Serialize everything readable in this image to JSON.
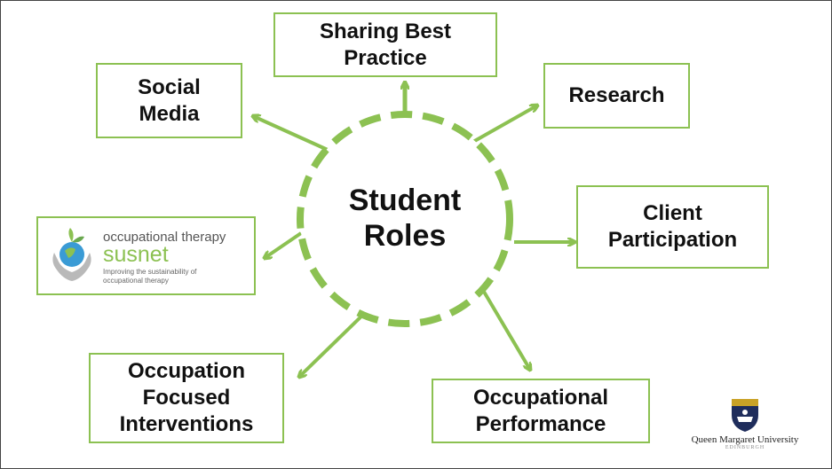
{
  "center": {
    "label": "Student\nRoles"
  },
  "nodes": {
    "sharing": "Sharing Best\nPractice",
    "social": "Social\nMedia",
    "research": "Research",
    "client": "Client\nParticipation",
    "occupational_performance": "Occupational\nPerformance",
    "interventions": "Occupation\nFocused\nInterventions"
  },
  "logo": {
    "line1": "occupational therapy",
    "brand": "susnet",
    "tagline": "Improving the sustainability of occupational therapy",
    "icon": "hands-holding-globe-icon"
  },
  "qmu": {
    "name": "Queen Margaret University",
    "sub": "EDINBURGH",
    "icon": "university-crest-icon"
  },
  "colors": {
    "accent": "#8cc152",
    "text": "#111111"
  }
}
